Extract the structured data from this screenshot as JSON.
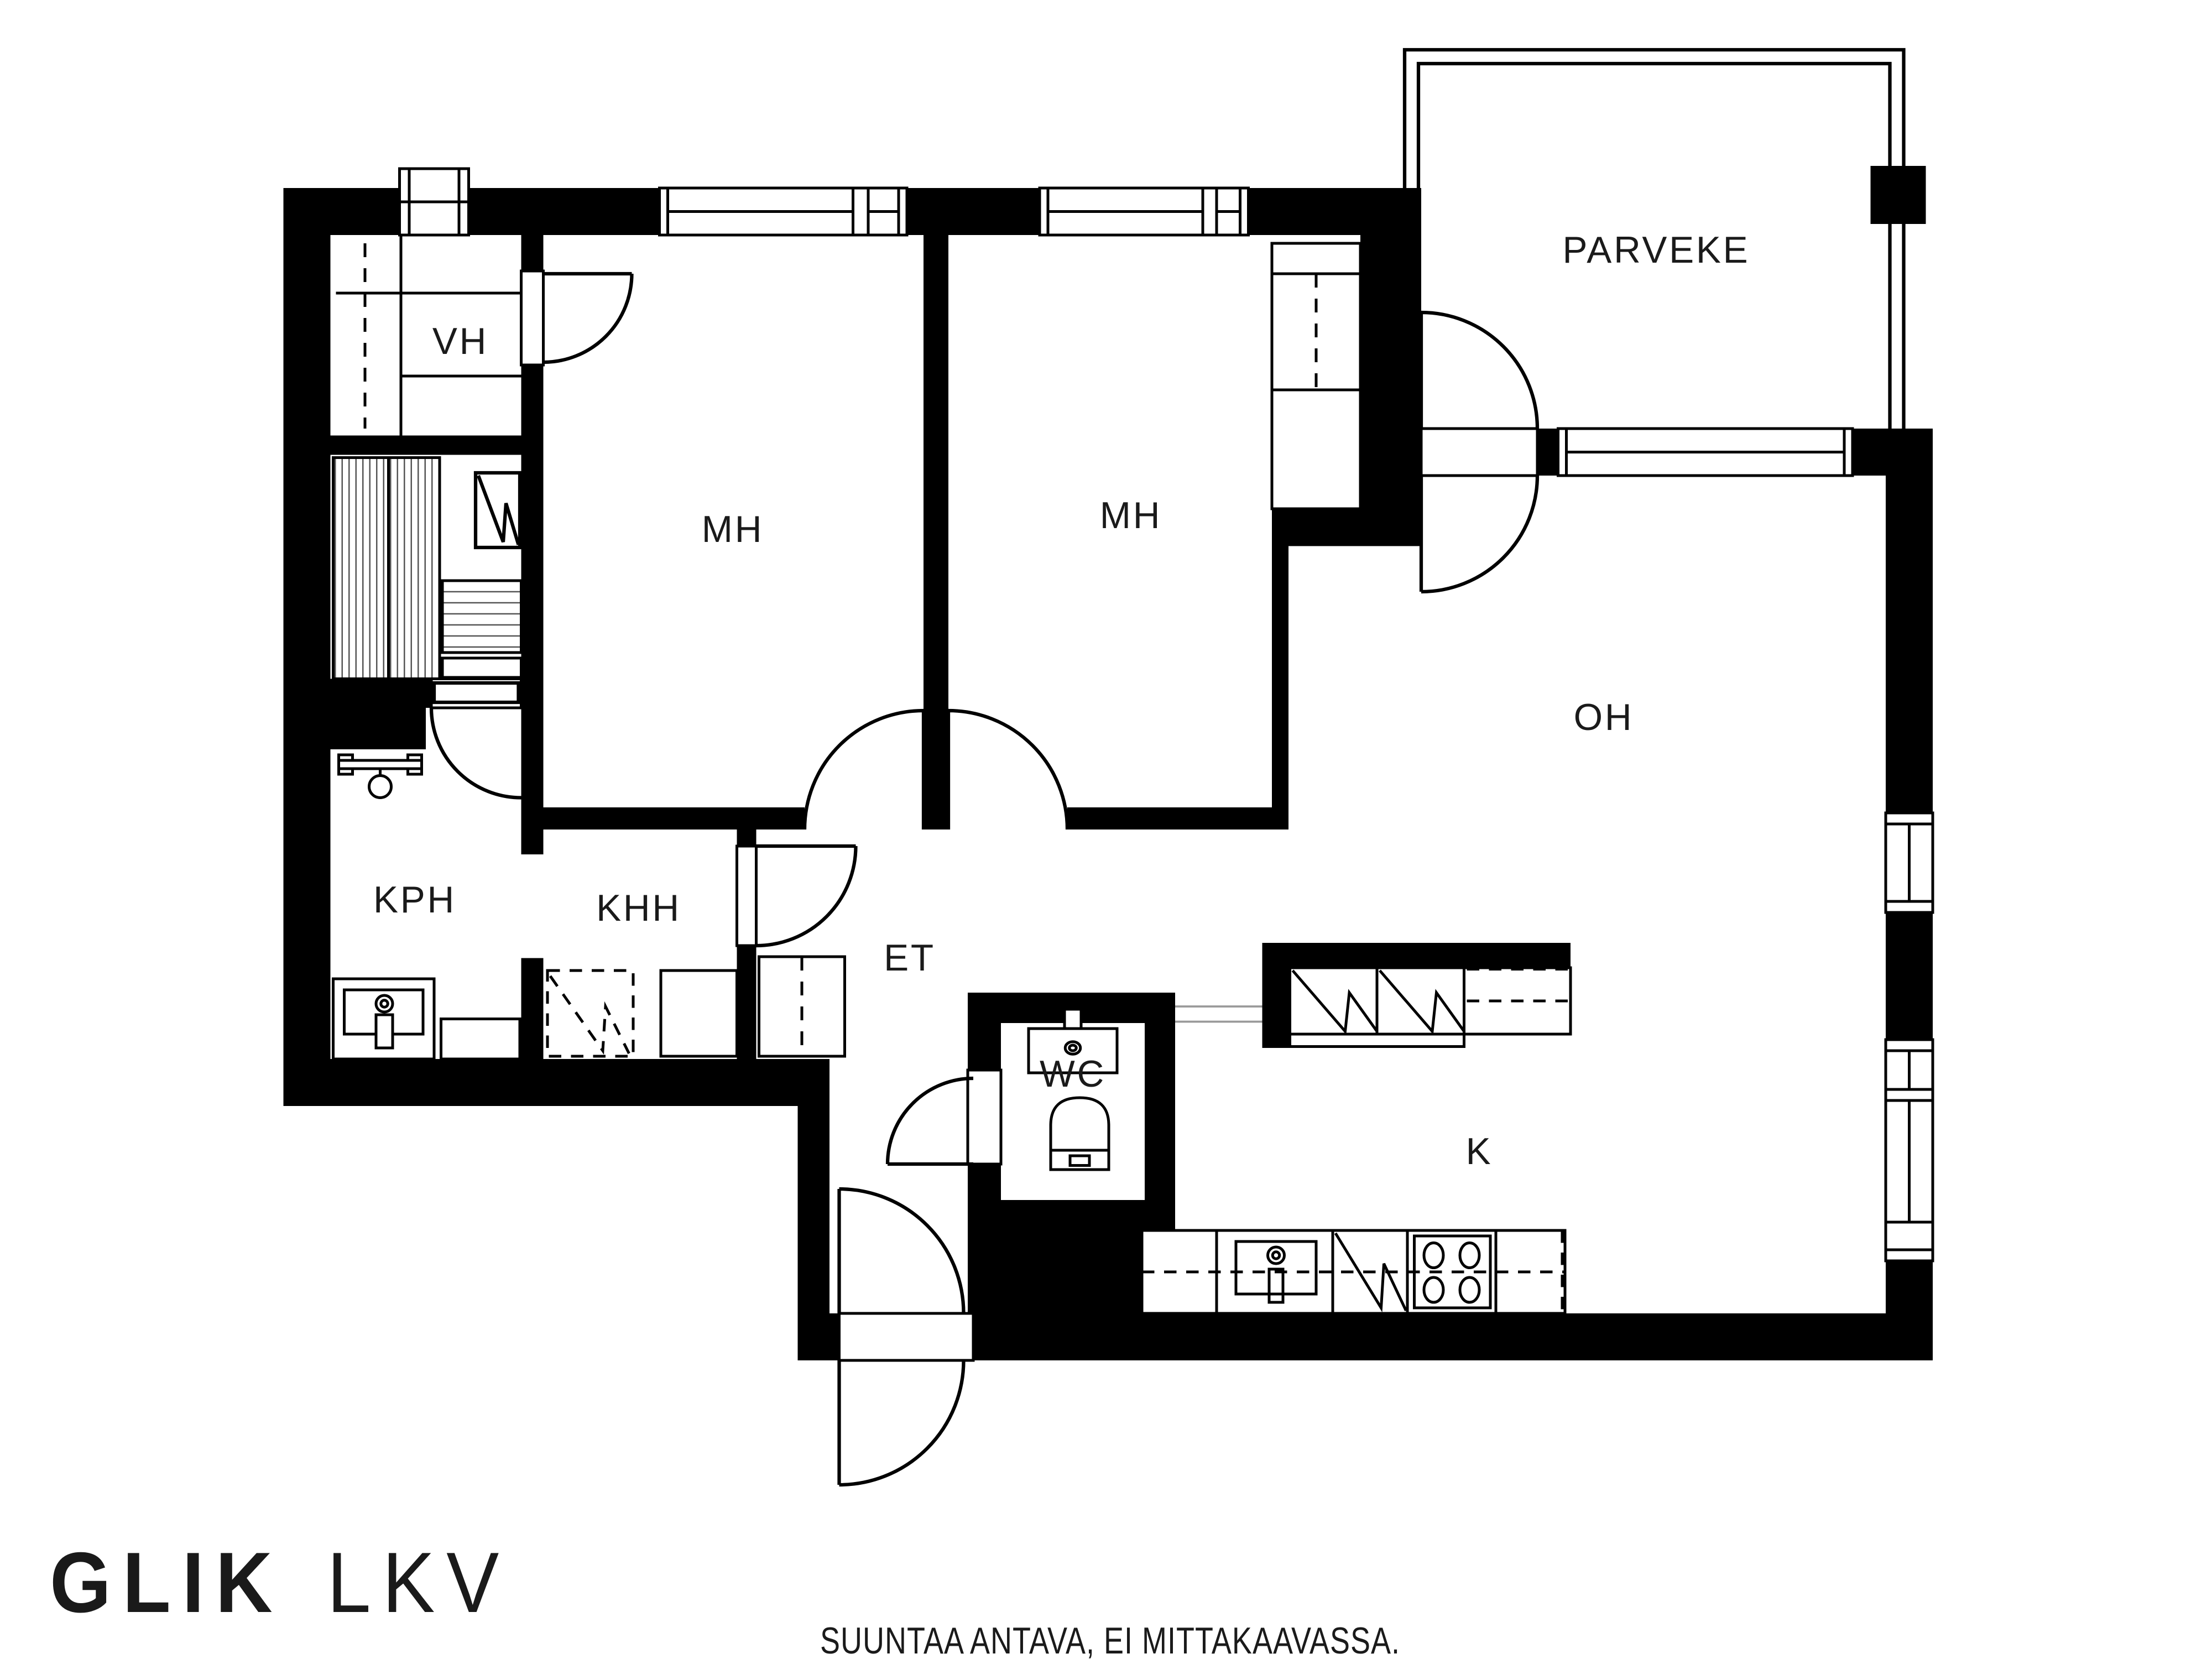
{
  "plan": {
    "type": "apartment-floor-plan",
    "rooms": {
      "vh": {
        "label": "VH"
      },
      "mh1": {
        "label": "MH"
      },
      "mh2": {
        "label": "MH"
      },
      "parveke": {
        "label": "PARVEKE"
      },
      "oh": {
        "label": "OH"
      },
      "kph": {
        "label": "KPH"
      },
      "khh": {
        "label": "KHH"
      },
      "et": {
        "label": "ET"
      },
      "wc": {
        "label": "WC"
      },
      "k": {
        "label": "K"
      }
    },
    "fixtures": [
      "sauna-benches",
      "sauna-heater",
      "shower",
      "bathroom-sink",
      "washing-machine-reservation",
      "wardrobes",
      "toilet",
      "wc-sink",
      "kitchen-sink",
      "dishwasher",
      "stove",
      "kitchen-island",
      "balcony-railing",
      "entrance-double-swing-door"
    ],
    "colors": {
      "wall": "#000000",
      "background": "#ffffff",
      "hairline": "#999999"
    }
  },
  "footer": {
    "logo_primary": "GLIK",
    "logo_secondary": "LKV",
    "disclaimer": "SUUNTAA ANTAVA, EI MITTAKAAVASSA."
  }
}
